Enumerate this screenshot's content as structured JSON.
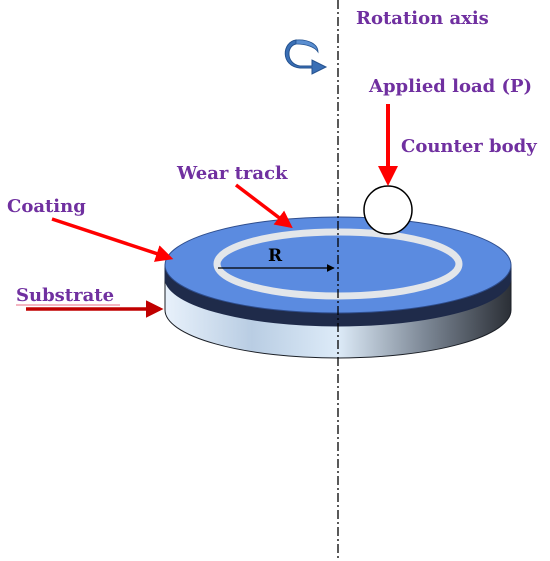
{
  "labels": {
    "rotation_axis": "Rotation axis",
    "applied_load": "Applied load (P)",
    "counter_body": "Counter body",
    "wear_track": "Wear track",
    "coating": "Coating",
    "substrate": "Substrate",
    "radius": "R"
  },
  "colors": {
    "label_text": "#7030A0",
    "arrow": "#FF0000",
    "substrate_arrow": "#C00000",
    "coating_fill": "#5B8BE0",
    "wear_track": "#E3E6EA",
    "substrate_dark": "#2B2F36",
    "substrate_light": "#DDEBF8",
    "rotation_arrow": "#3A6FB5"
  }
}
